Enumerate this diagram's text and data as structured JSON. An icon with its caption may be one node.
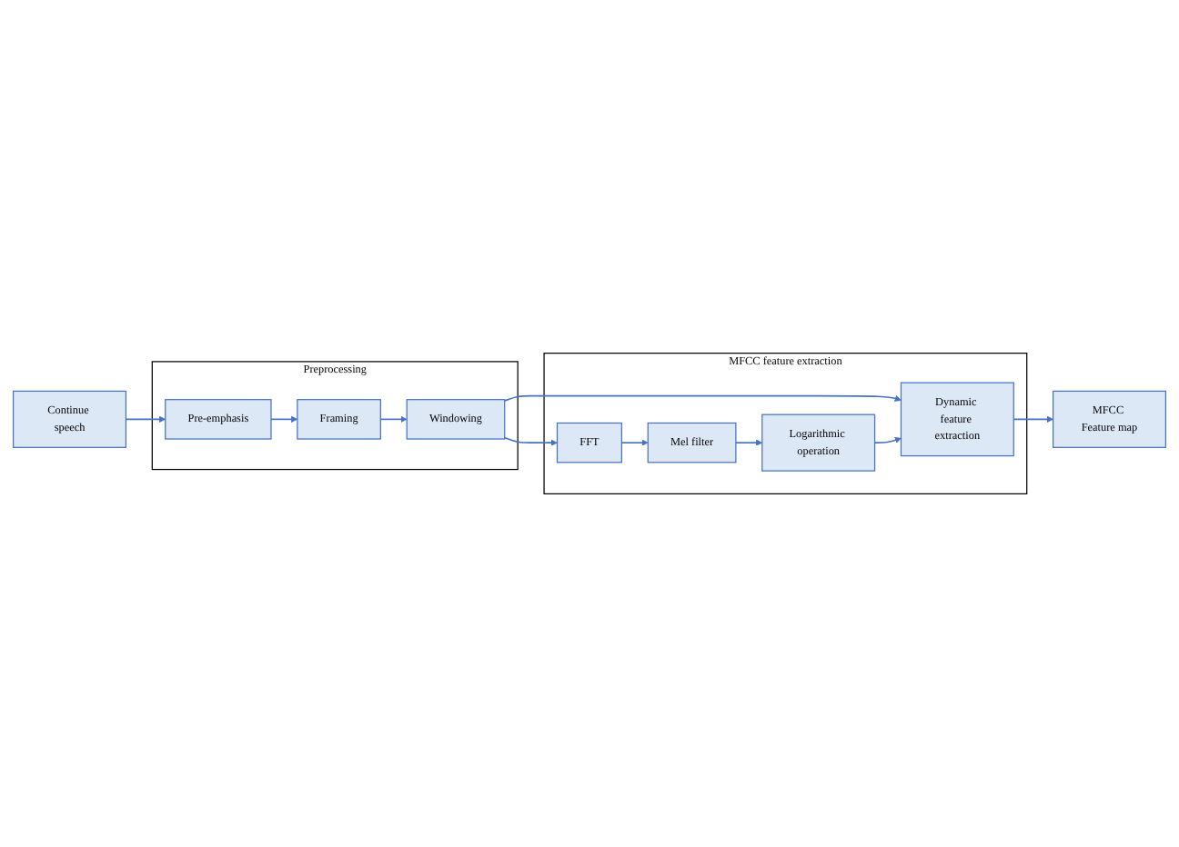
{
  "diagram": {
    "nodes": [
      {
        "text": [
          "Continue speech"
        ]
      },
      {
        "text": [
          "Preprocessing"
        ]
      },
      {
        "text": [
          "Pre-emphasis"
        ],
        "in": 1
      },
      {
        "text": [
          "Framing"
        ],
        "in": 1
      },
      {
        "text": [
          "Windowing"
        ],
        "in": 1
      },
      {
        "text": [
          "MFCC feature extraction"
        ]
      },
      {
        "text": [
          "FFT"
        ],
        "in": 5
      },
      {
        "text": [
          "Mel filter"
        ],
        "in": 5
      },
      {
        "text": [
          "Logarithmic operation"
        ],
        "in": 5
      },
      {
        "text": [
          "Dynamic feature extraction"
        ],
        "in": 5
      },
      {
        "text": [
          "MFCC Feature map"
        ]
      }
    ],
    "edges": [
      {
        "from": 0,
        "to": 2,
        "arrow": "to"
      },
      {
        "from": 2,
        "to": 3,
        "arrow": "to"
      },
      {
        "from": 3,
        "to": 4,
        "arrow": "to"
      },
      {
        "from": 4,
        "to": 6,
        "arrow": "to"
      },
      {
        "from": 4,
        "to": 9,
        "arrow": "to"
      },
      {
        "from": 6,
        "to": 7,
        "arrow": "to"
      },
      {
        "from": 7,
        "to": 8,
        "arrow": "to"
      },
      {
        "from": 8,
        "to": 9,
        "arrow": "to"
      },
      {
        "from": 9,
        "to": 10,
        "arrow": "to"
      }
    ]
  }
}
